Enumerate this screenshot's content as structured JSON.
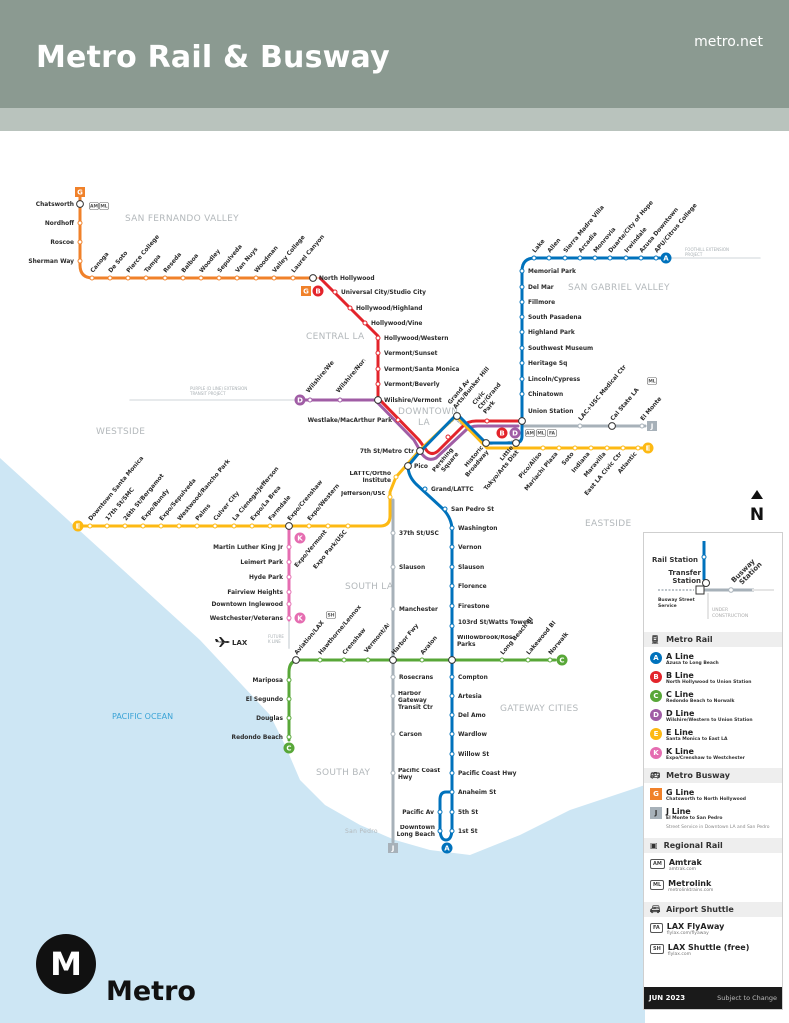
{
  "header": {
    "title": "Metro Rail & Busway",
    "site": "metro.net"
  },
  "regions": {
    "san_fernando_valley": "SAN FERNANDO VALLEY",
    "san_gabriel_valley": "SAN GABRIEL VALLEY",
    "central_la": "CENTRAL LA",
    "downtown_la_1": "DOWNTOWN",
    "downtown_la_2": "LA",
    "westside": "WESTSIDE",
    "eastside": "EASTSIDE",
    "south_la": "SOUTH LA",
    "gateway_cities": "GATEWAY CITIES",
    "south_bay": "SOUTH BAY",
    "pacific_ocean": "PACIFIC OCEAN",
    "san_pedro": "San Pedro",
    "lax": "LAX"
  },
  "notes": {
    "purple_ext_1": "PURPLE (D LINE) EXTENSION",
    "purple_ext_2": "TRANSIT PROJECT",
    "foothill_1": "FOOTHILL EXTENSION",
    "foothill_2": "PROJECT",
    "future_k_1": "FUTURE",
    "future_k_2": "K LINE"
  },
  "colors": {
    "A": "#0072bc",
    "B": "#e3242b",
    "C": "#58a738",
    "D": "#a05da5",
    "E": "#fdb913",
    "K": "#e56db1",
    "G": "#f0812a",
    "J": "#a7b1b9",
    "ocean": "#cde6f4"
  },
  "lines": [
    {
      "id": "A",
      "stations": [
        "APU/Citrus College",
        "Azusa Downtown",
        "Irwindale",
        "Duarte/City of Hope",
        "Monrovia",
        "Arcadia",
        "Sierra Madre Villa",
        "Allen",
        "Lake",
        "Memorial Park",
        "Del Mar",
        "Fillmore",
        "South Pasadena",
        "Highland Park",
        "Southwest Museum",
        "Heritage Sq",
        "Lincoln/Cypress",
        "Chinatown",
        "Union Station",
        "Little Tokyo/Arts Dist",
        "Historic Broadway",
        "Grand Av Arts/Bunker Hill",
        "7th St/Metro Ctr",
        "Pico",
        "Grand/LATTC",
        "San Pedro St",
        "Washington",
        "Vernon",
        "Slauson",
        "Florence",
        "Firestone",
        "103rd St/Watts Towers",
        "Willowbrook/Rosa Parks",
        "Compton",
        "Artesia",
        "Del Amo",
        "Wardlow",
        "Willow St",
        "Pacific Coast Hwy",
        "Anaheim St",
        "5th St",
        "1st St",
        "Downtown Long Beach",
        "Pacific Av"
      ]
    },
    {
      "id": "B",
      "stations": [
        "North Hollywood",
        "Universal City/Studio City",
        "Hollywood/Highland",
        "Hollywood/Vine",
        "Hollywood/Western",
        "Vermont/Sunset",
        "Vermont/Santa Monica",
        "Vermont/Beverly",
        "Wilshire/Vermont",
        "Westlake/MacArthur Park",
        "7th St/Metro Ctr",
        "Pershing Square",
        "Civic Ctr/Grand Park",
        "Union Station"
      ]
    },
    {
      "id": "C",
      "stations": [
        "Norwalk",
        "Lakewood Bl",
        "Long Beach Bl",
        "Willowbrook/Rosa Parks",
        "Avalon",
        "Harbor Fwy",
        "Vermont/Athens",
        "Crenshaw",
        "Hawthorne/Lennox",
        "Aviation/LAX",
        "Mariposa",
        "El Segundo",
        "Douglas",
        "Redondo Beach"
      ]
    },
    {
      "id": "D",
      "stations": [
        "Wilshire/Western",
        "Wilshire/Normandie",
        "Wilshire/Vermont",
        "Westlake/MacArthur Park",
        "7th St/Metro Ctr",
        "Pershing Square",
        "Civic Ctr/Grand Park",
        "Union Station"
      ]
    },
    {
      "id": "E",
      "stations": [
        "Downtown Santa Monica",
        "17th St/SMC",
        "26th St/Bergamot",
        "Expo/Bundy",
        "Expo/Sepulveda",
        "Westwood/Rancho Park",
        "Palms",
        "Culver City",
        "La Cienega/Jefferson",
        "Expo/La Brea",
        "Farmdale",
        "Expo/Crenshaw",
        "Expo/Western",
        "Expo/Vermont",
        "Expo Park/USC",
        "Jefferson/USC",
        "LATTC/Ortho Institute",
        "7th St/Metro Ctr",
        "Grand Av Arts/Bunker Hill",
        "Historic Broadway",
        "Little Tokyo/Arts Dist",
        "Pico/Aliso",
        "Mariachi Plaza",
        "Soto",
        "Indiana",
        "Maravilla",
        "East LA Civic Ctr",
        "Atlantic"
      ]
    },
    {
      "id": "K",
      "stations": [
        "Expo/Crenshaw",
        "Martin Luther King Jr",
        "Leimert Park",
        "Hyde Park",
        "Fairview Heights",
        "Downtown Inglewood",
        "Westchester/Veterans"
      ]
    },
    {
      "id": "G",
      "stations": [
        "Chatsworth",
        "Nordhoff",
        "Roscoe",
        "Sherman Way",
        "Canoga",
        "De Soto",
        "Pierce College",
        "Tampa",
        "Reseda",
        "Balboa",
        "Woodley",
        "Sepulveda",
        "Van Nuys",
        "Woodman",
        "Valley College",
        "Laurel Canyon",
        "North Hollywood"
      ]
    },
    {
      "id": "J",
      "stations": [
        "Union Station",
        "LAC+USC Medical Ctr",
        "Cal State LA",
        "El Monte",
        "37th St/USC",
        "Slauson",
        "Manchester",
        "Harbor Fwy",
        "Rosecrans",
        "Harbor Gateway Transit Ctr",
        "Carson",
        "Pacific Coast Hwy"
      ]
    }
  ],
  "transfer_codes": {
    "AM": "AM",
    "ML": "ML",
    "FA": "FA",
    "SH": "SH"
  },
  "legend": {
    "diagram": {
      "rail_station": "Rail Station",
      "transfer_1": "Transfer",
      "transfer_2": "Station",
      "busway_1": "Busway",
      "busway_2": "Station",
      "street_1": "Busway Street",
      "street_2": "Service",
      "uc_1": "UNDER",
      "uc_2": "CONSTRUCTION"
    },
    "metro_rail": {
      "title": "Metro Rail",
      "items": [
        {
          "letter": "A",
          "name": "A Line",
          "desc": "Azusa to Long Beach"
        },
        {
          "letter": "B",
          "name": "B Line",
          "desc": "North Hollywood to Union Station"
        },
        {
          "letter": "C",
          "name": "C Line",
          "desc": "Redondo Beach to Norwalk"
        },
        {
          "letter": "D",
          "name": "D Line",
          "desc": "Wilshire/Western to Union Station"
        },
        {
          "letter": "E",
          "name": "E Line",
          "desc": "Santa Monica to East LA"
        },
        {
          "letter": "K",
          "name": "K Line",
          "desc": "Expo/Crenshaw to Westchester"
        }
      ]
    },
    "metro_busway": {
      "title": "Metro Busway",
      "items": [
        {
          "letter": "G",
          "name": "G Line",
          "desc": "Chatsworth to North Hollywood"
        },
        {
          "letter": "J",
          "name": "J Line",
          "desc": "El Monte to San Pedro"
        }
      ],
      "note": "Street Service in Downtown LA and San Pedro"
    },
    "regional_rail": {
      "title": "Regional Rail",
      "items": [
        {
          "code": "AM",
          "name": "Amtrak",
          "url": "amtrak.com"
        },
        {
          "code": "ML",
          "name": "Metrolink",
          "url": "metrolinktrains.com"
        }
      ]
    },
    "airport_shuttle": {
      "title": "Airport Shuttle",
      "items": [
        {
          "code": "FA",
          "name": "LAX FlyAway",
          "url": "flylax.com/flyaway"
        },
        {
          "code": "SH",
          "name": "LAX Shuttle (free)",
          "url": "flylax.com"
        }
      ]
    },
    "footer": {
      "date": "JUN 2023",
      "status": "Subject to Change"
    }
  },
  "compass": "N",
  "brand": {
    "logo_letter": "M",
    "wordmark": "Metro"
  }
}
